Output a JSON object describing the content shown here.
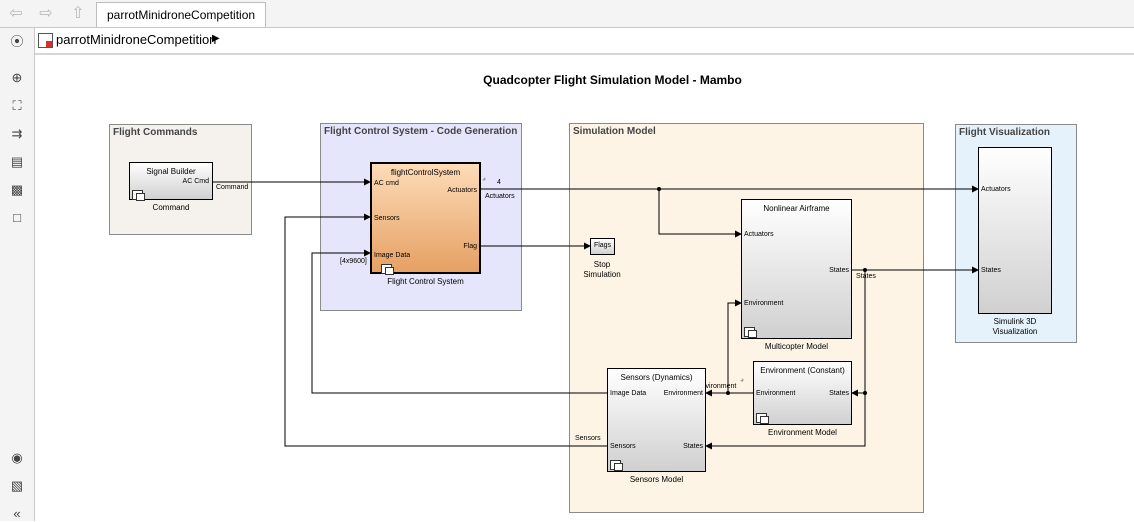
{
  "tab": {
    "label": "parrotMinidroneCompetition"
  },
  "breadcrumb": {
    "label": "parrotMinidroneCompetition"
  },
  "icons": {
    "back": "arrow-left-icon",
    "forward": "arrow-right-icon",
    "up": "arrow-up-icon",
    "hide": "double-chevron-left-icon"
  },
  "model": {
    "title": "Quadcopter Flight Simulation Model - Mambo",
    "areas": {
      "flight_commands": "Flight Commands",
      "fcs": "Flight Control System - Code Generation",
      "sim": "Simulation Model",
      "viz": "Flight Visualization"
    },
    "blocks": {
      "signal_builder": {
        "title": "Signal Builder",
        "port_out": "AC Cmd",
        "name": "Command"
      },
      "fcs": {
        "title": "flightControlSystem",
        "in1": "AC cmd",
        "in2": "Sensors",
        "in3": "Image Data",
        "out1": "Actuators",
        "out2": "Flag",
        "name": "Flight Control System"
      },
      "flags": {
        "title": "Flags",
        "name_line1": "Stop",
        "name_line2": "Simulation"
      },
      "airframe": {
        "title": "Nonlinear Airframe",
        "in1": "Actuators",
        "in2": "Environment",
        "out1": "States",
        "name": "Multicopter Model"
      },
      "environment": {
        "title": "Environment (Constant)",
        "in1": "Environment",
        "out1": "States",
        "name": "Environment Model"
      },
      "sensors": {
        "title": "Sensors (Dynamics)",
        "out1": "Image Data",
        "in1": "Environment",
        "out2": "Sensors",
        "in2": "States",
        "name": "Sensors Model"
      },
      "viz": {
        "in1": "Actuators",
        "in2": "States",
        "name_line1": "Simulink 3D",
        "name_line2": "Visualization"
      }
    },
    "signals": {
      "command": "Command",
      "actuators": "Actuators",
      "actuators_width": "4",
      "states": "States",
      "environment": "Environment",
      "sensors": "Sensors",
      "image_dims": "[4x9600]"
    }
  },
  "colors": {
    "flight_commands_bg": "#f5f1ec",
    "fcs_bg": "#e5e5fb",
    "sim_bg": "#fdf4e5",
    "viz_bg": "#e6f2fb",
    "fcs_block_top": "#fddcb8",
    "fcs_block_bottom": "#e6a063"
  }
}
